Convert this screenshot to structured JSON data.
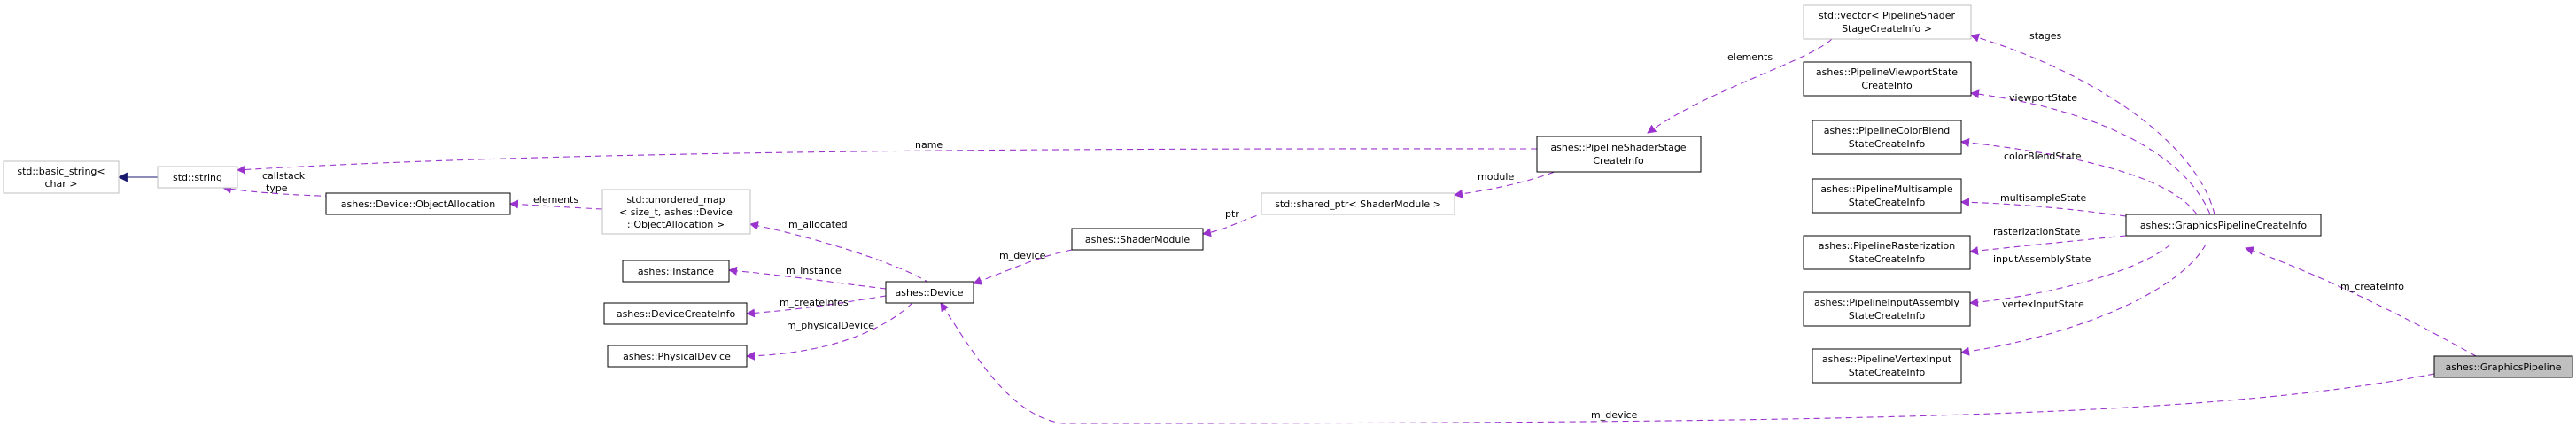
{
  "diagram": {
    "nodes": {
      "basic_string": [
        "std::basic_string<",
        "char >"
      ],
      "string": [
        "std::string"
      ],
      "object_allocation": [
        "ashes::Device::ObjectAllocation"
      ],
      "unordered_map": [
        "std::unordered_map",
        "< size_t, ashes::Device",
        "::ObjectAllocation >"
      ],
      "instance": [
        "ashes::Instance"
      ],
      "device_create_info": [
        "ashes::DeviceCreateInfo"
      ],
      "physical_device": [
        "ashes::PhysicalDevice"
      ],
      "device": [
        "ashes::Device"
      ],
      "shader_module": [
        "ashes::ShaderModule"
      ],
      "shared_ptr": [
        "std::shared_ptr< ShaderModule >"
      ],
      "shader_stage": [
        "ashes::PipelineShaderStage",
        "CreateInfo"
      ],
      "vector": [
        "std::vector< PipelineShader",
        "StageCreateInfo >"
      ],
      "viewport_state": [
        "ashes::PipelineViewportState",
        "CreateInfo"
      ],
      "color_blend": [
        "ashes::PipelineColorBlend",
        "StateCreateInfo"
      ],
      "multisample": [
        "ashes::PipelineMultisample",
        "StateCreateInfo"
      ],
      "rasterization": [
        "ashes::PipelineRasterization",
        "StateCreateInfo"
      ],
      "input_assembly": [
        "ashes::PipelineInputAssembly",
        "StateCreateInfo"
      ],
      "vertex_input": [
        "ashes::PipelineVertexInput",
        "StateCreateInfo"
      ],
      "gp_create_info": [
        "ashes::GraphicsPipelineCreateInfo"
      ],
      "graphics_pipeline": [
        "ashes::GraphicsPipeline"
      ]
    },
    "edge_labels": {
      "name": "name",
      "callstack_type": [
        "callstack",
        "type"
      ],
      "elements_alloc": "elements",
      "m_allocated": "m_allocated",
      "m_instance": "m_instance",
      "m_createInfos": "m_createInfos",
      "m_physicalDevice": "m_physicalDevice",
      "m_device_shader": "m_device",
      "ptr": "ptr",
      "module": "module",
      "elements_stages": "elements",
      "stages": "stages",
      "viewportState": "viewportState",
      "colorBlendState": "colorBlendState",
      "multisampleState": "multisampleState",
      "rasterizationState": "rasterizationState",
      "inputAssemblyState": "inputAssemblyState",
      "vertexInputState": "vertexInputState",
      "m_createInfo": "m_createInfo",
      "m_device_pipeline": "m_device"
    },
    "colors": {
      "usage_edge": "#9a32cd",
      "inheritance_edge": "#191970",
      "documented_border": "#000000",
      "undocumented_border": "#bfbfbf",
      "focus_fill": "#bfbfbf"
    }
  }
}
